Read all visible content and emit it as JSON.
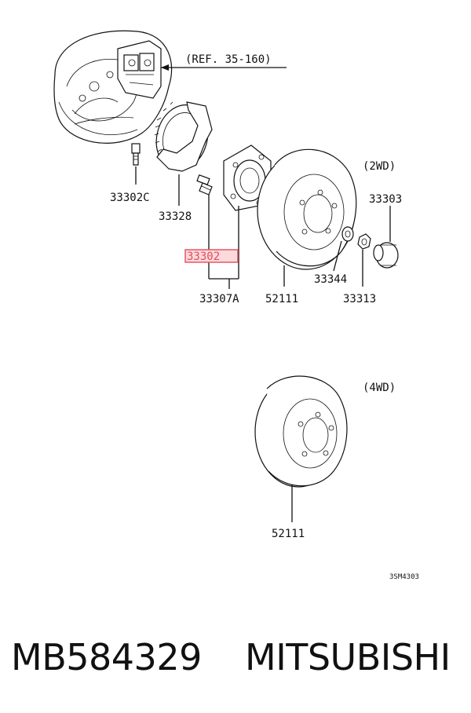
{
  "diagram": {
    "ref_label": "(REF. 35-160)",
    "variant_2wd": "(2WD)",
    "variant_4wd": "(4WD)",
    "drawing_code": "3SM4303",
    "parts": {
      "p33302C": "33302C",
      "p33328": "33328",
      "p33302": "33302",
      "p33307A": "33307A",
      "p52111_top": "52111",
      "p33344": "33344",
      "p33313": "33313",
      "p33303": "33303",
      "p52111_bottom": "52111"
    },
    "highlight_color": "#e34d5a"
  },
  "footer": {
    "part_number": "MB584329",
    "brand": "MITSUBISHI"
  }
}
